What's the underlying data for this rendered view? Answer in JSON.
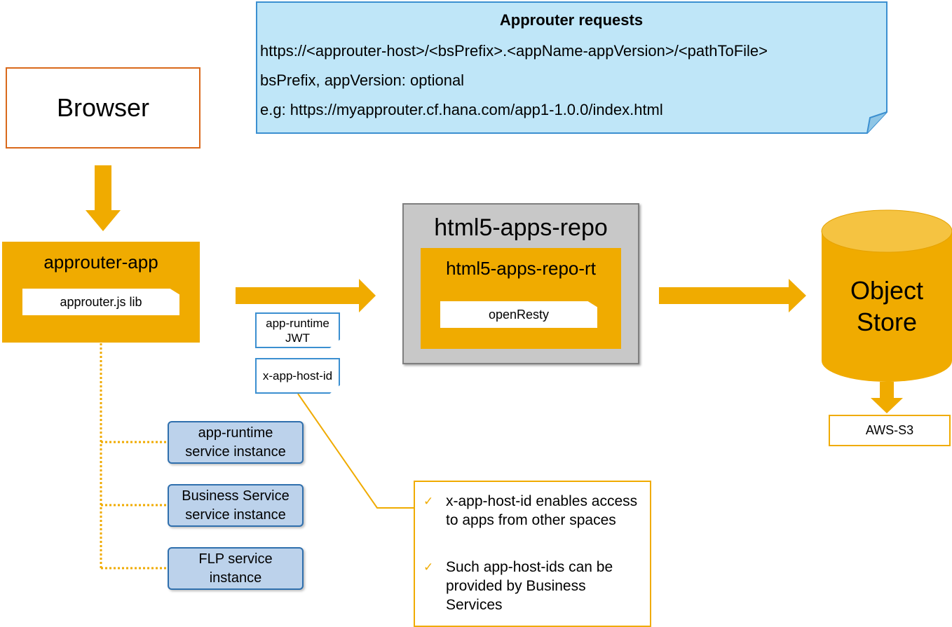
{
  "note": {
    "title": "Approuter requests",
    "line1": "https://<approuter-host>/<bsPrefix>.<appName-appVersion>/<pathToFile>",
    "line2": "bsPrefix, appVersion: optional",
    "line3": "e.g: https://myapprouter.cf.hana.com/app1-1.0.0/index.html"
  },
  "browser": {
    "label": "Browser"
  },
  "approuter": {
    "title": "approuter-app",
    "lib": "approuter.js lib"
  },
  "tokens": {
    "jwt_line1": "app-runtime",
    "jwt_line2": "JWT",
    "host_id": "x-app-host-id"
  },
  "repo": {
    "title": "html5-apps-repo",
    "rt_title": "html5-apps-repo-rt",
    "openresty": "openResty"
  },
  "object_store": {
    "line1": "Object",
    "line2": "Store"
  },
  "aws": {
    "label": "AWS-S3"
  },
  "services": [
    {
      "line1": "app-runtime",
      "line2": "service instance"
    },
    {
      "line1": "Business Service",
      "line2": "service instance"
    },
    {
      "line1": "FLP service",
      "line2": "instance"
    }
  ],
  "info": {
    "item1": "x-app-host-id enables access to apps from other spaces",
    "item2": "Such app-host-ids can be provided by Business Services"
  },
  "colors": {
    "accent": "#f0ab00",
    "browser_border": "#d9691b",
    "note_fill": "#bfe6f8",
    "note_border": "#3b8fd0",
    "service_fill": "#bcd2eb",
    "repo_fill": "#c8c8c8"
  }
}
